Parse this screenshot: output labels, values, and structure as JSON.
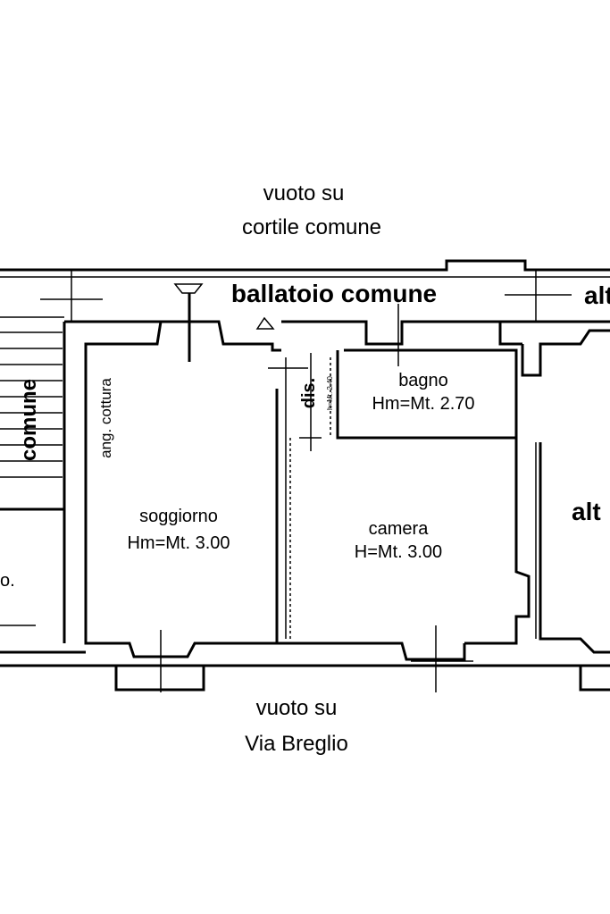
{
  "labels": {
    "top_void_line1": "vuoto su",
    "top_void_line2": "cortile comune",
    "balcony": "ballatoio comune",
    "partial_right_top": "alt",
    "partial_right_mid": "alt",
    "stair": "comune",
    "kitchen_corner": "ang. cottura",
    "living_name": "soggiorno",
    "living_height": "Hm=Mt. 3.00",
    "closet": "dis.",
    "closet_small": "h=Mt. 2.40",
    "bath_name": "bagno",
    "bath_height": "Hm=Mt. 2.70",
    "bed_name": "camera",
    "bed_height": "H=Mt. 3.00",
    "left_partial": "o.",
    "bottom_void_line1": "vuoto su",
    "bottom_void_line2": "Via Breglio"
  }
}
